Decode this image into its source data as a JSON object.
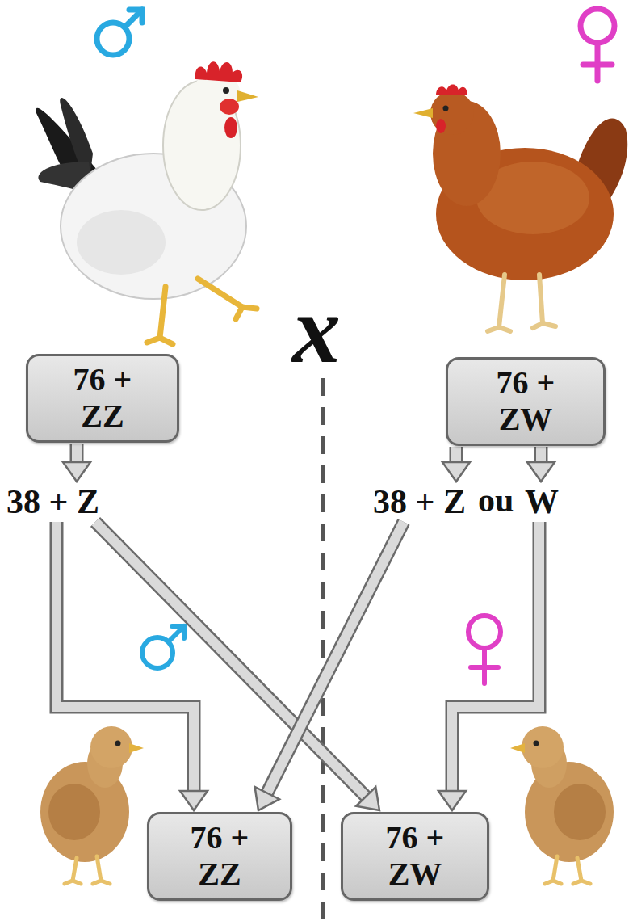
{
  "diagram": {
    "nodes": [
      {
        "text": [
          "76 + ZZ"
        ]
      },
      {
        "text": [
          "76 + ZW"
        ]
      },
      {
        "text": [
          "38 + Z"
        ]
      },
      {
        "text": [
          "38 + Z"
        ]
      },
      {
        "text": [
          "W"
        ]
      },
      {
        "text": [
          "76 + ZZ"
        ]
      },
      {
        "text": [
          "76 + ZW"
        ]
      }
    ],
    "edges": [
      {
        "from": 0,
        "to": 2,
        "arrow": "to"
      },
      {
        "from": 1,
        "to": 3,
        "arrow": "to"
      },
      {
        "from": 1,
        "to": 4,
        "arrow": "to"
      },
      {
        "from": 2,
        "to": 5,
        "arrow": "to"
      },
      {
        "from": 2,
        "to": 6,
        "arrow": "to"
      },
      {
        "from": 3,
        "to": 5,
        "arrow": "to"
      },
      {
        "from": 4,
        "to": 6,
        "arrow": "to"
      }
    ],
    "labels": [
      "x",
      "ou"
    ]
  }
}
